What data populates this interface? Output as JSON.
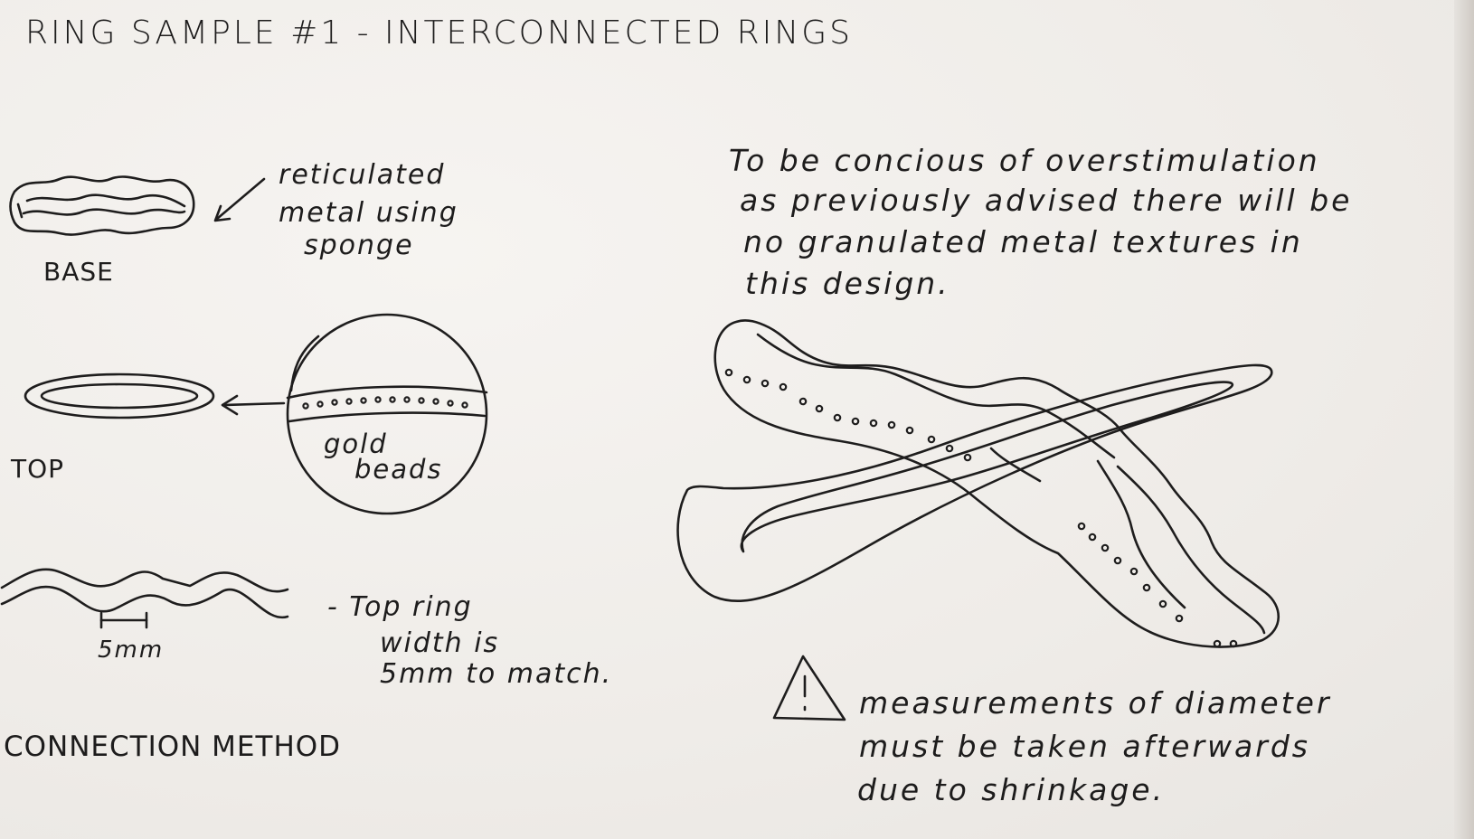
{
  "title": "RING SAMPLE #1 - INTERCONNECTED RINGS",
  "base": {
    "annotation_lines": [
      "reticulated",
      "metal using",
      "sponge"
    ],
    "label": "BASE"
  },
  "top": {
    "label": "TOP",
    "bead_label_lines": [
      "gold",
      "beads"
    ]
  },
  "connection": {
    "dimension_label": "5mm",
    "note_lines": [
      "- Top ring",
      "width is",
      "5mm to match."
    ],
    "label": "CONNECTION METHOD"
  },
  "design_note": {
    "lines": [
      "To be concious of overstimulation",
      "as previously advised there will be",
      "no granulated metal textures in",
      "this design."
    ]
  },
  "warning": {
    "icon": "warning-triangle-icon",
    "lines": [
      "measurements of diameter",
      "must be taken afterwards",
      "due to shrinkage."
    ]
  }
}
